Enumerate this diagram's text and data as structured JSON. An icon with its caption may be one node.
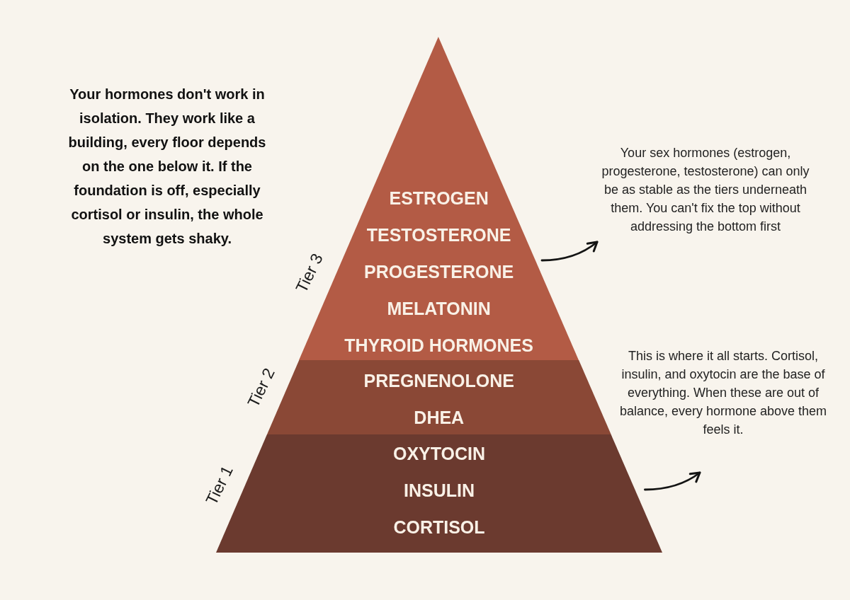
{
  "diagram": {
    "nodes": [
      {
        "text": [
          "ESTROGEN",
          "TESTOSTERONE",
          "PROGESTERONE",
          "MELATONIN",
          "THYROID HORMONES"
        ],
        "beside": [
          "Tier 3"
        ]
      },
      {
        "text": [
          "PREGNENOLONE",
          "DHEA"
        ],
        "beside": [
          "Tier 2"
        ]
      },
      {
        "text": [
          "OXYTOCIN",
          "INSULIN",
          "CORTISOL"
        ],
        "beside": [
          "Tier 1"
        ]
      },
      {
        "text": [
          "Your sex hormones (estrogen, progesterone, testosterone) can only be as stable as the tiers underneath them. You can't fix the top without addressing the bottom first"
        ]
      },
      {
        "text": [
          "This is where it all starts. Cortisol, insulin, and oxytocin are the base of everything. When these are out of balance, every hormone above them feels it."
        ]
      }
    ],
    "edges": [
      {
        "from": 0,
        "to": 3,
        "arrow": "to"
      },
      {
        "from": 2,
        "to": 4,
        "arrow": "to"
      }
    ],
    "labels": [
      "Your hormones don't work in isolation. They work like a building, every floor depends on the one below it. If the foundation is off, especially cortisol or insulin, the whole system gets shaky."
    ]
  }
}
